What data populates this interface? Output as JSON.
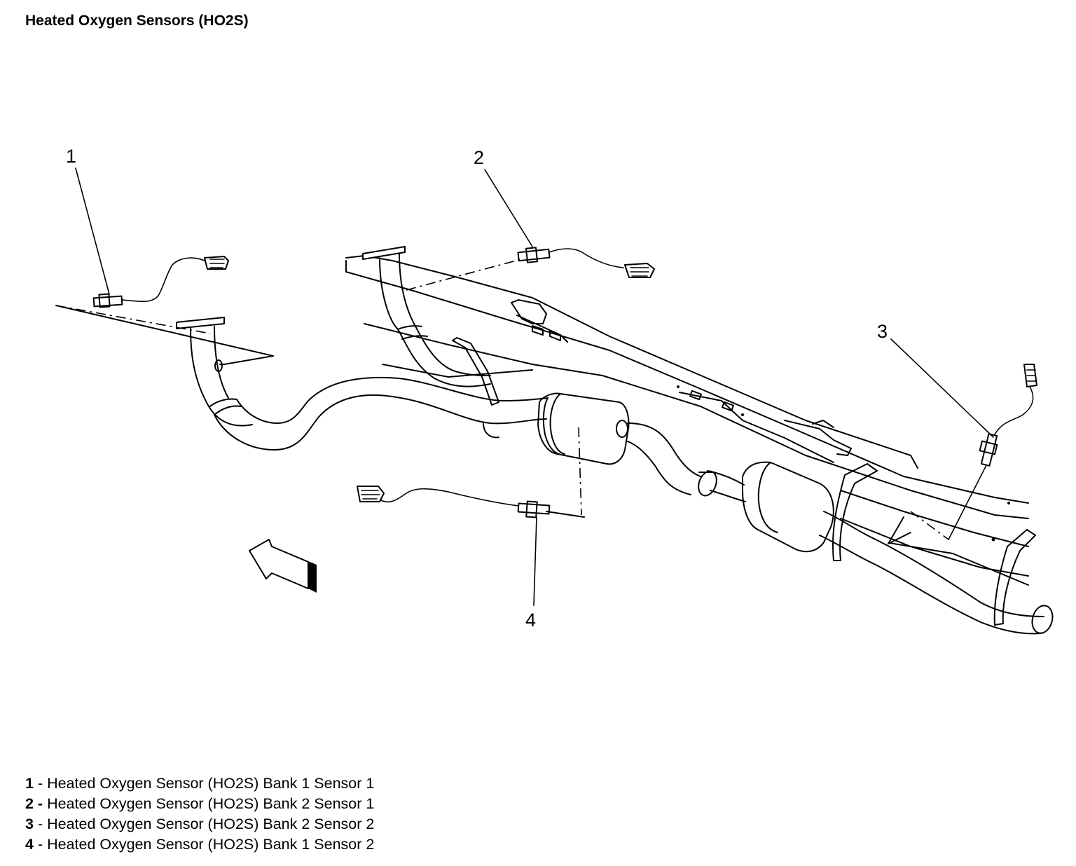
{
  "title": "Heated Oxygen Sensors (HO2S)",
  "callouts": [
    "1",
    "2",
    "3",
    "4"
  ],
  "legend": [
    {
      "num": "1",
      "sep": " - ",
      "text": "Heated Oxygen Sensor (HO2S) Bank 1 Sensor 1"
    },
    {
      "num": "2 -",
      "sep": " ",
      "text": "Heated Oxygen Sensor (HO2S) Bank 2 Sensor 1"
    },
    {
      "num": "3",
      "sep": " - ",
      "text": "Heated Oxygen Sensor (HO2S) Bank 2 Sensor 2"
    },
    {
      "num": "4",
      "sep": " - ",
      "text": "Heated Oxygen Sensor (HO2S) Bank 1 Sensor 2"
    }
  ]
}
